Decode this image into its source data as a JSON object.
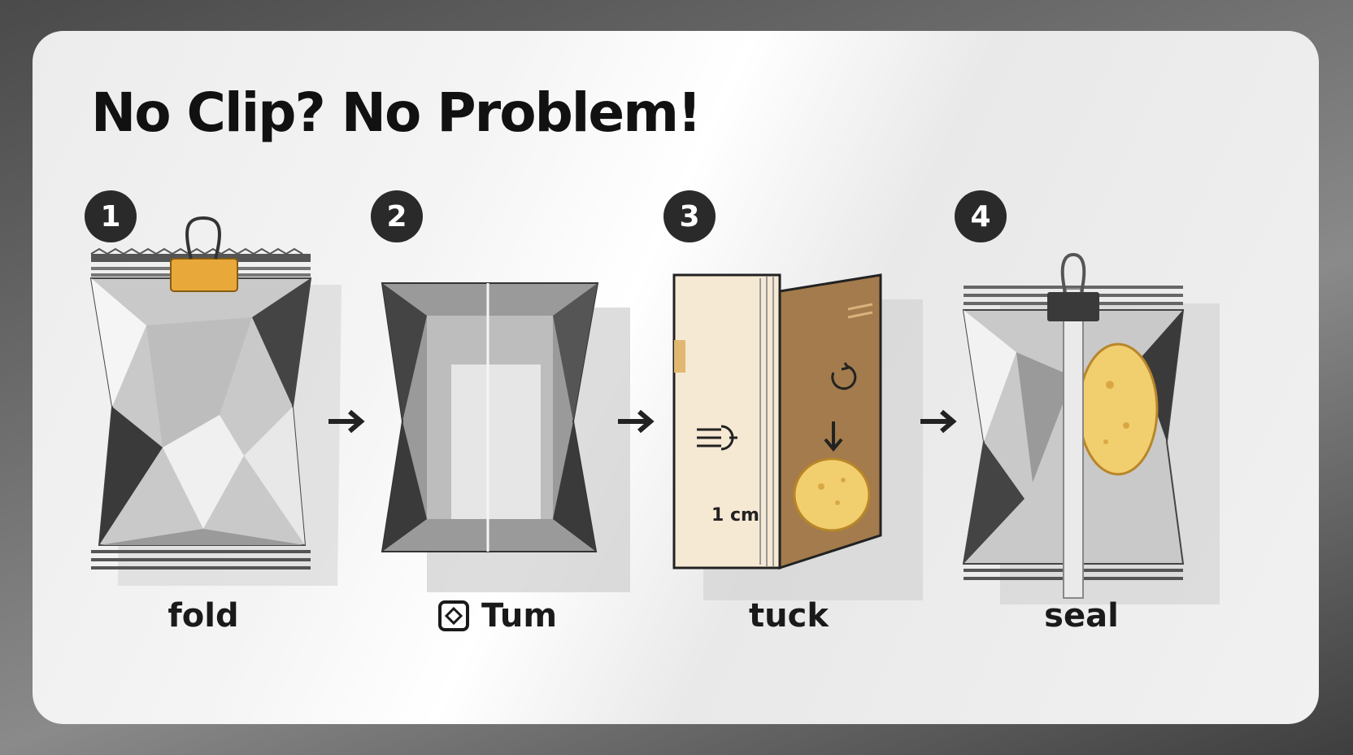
{
  "title": "No Clip? No Problem!",
  "steps": [
    {
      "number": "1",
      "label": "fold"
    },
    {
      "number": "2",
      "label": "Tum"
    },
    {
      "number": "3",
      "label": "tuck",
      "measure": "1 cm"
    },
    {
      "number": "4",
      "label": "seal"
    }
  ],
  "colors": {
    "badge": "#2a2a2a",
    "clip_gold": "#e8a93a",
    "chip": "#f2cf6e",
    "box_front": "#f6e9d4",
    "box_side": "#a37b4c"
  }
}
